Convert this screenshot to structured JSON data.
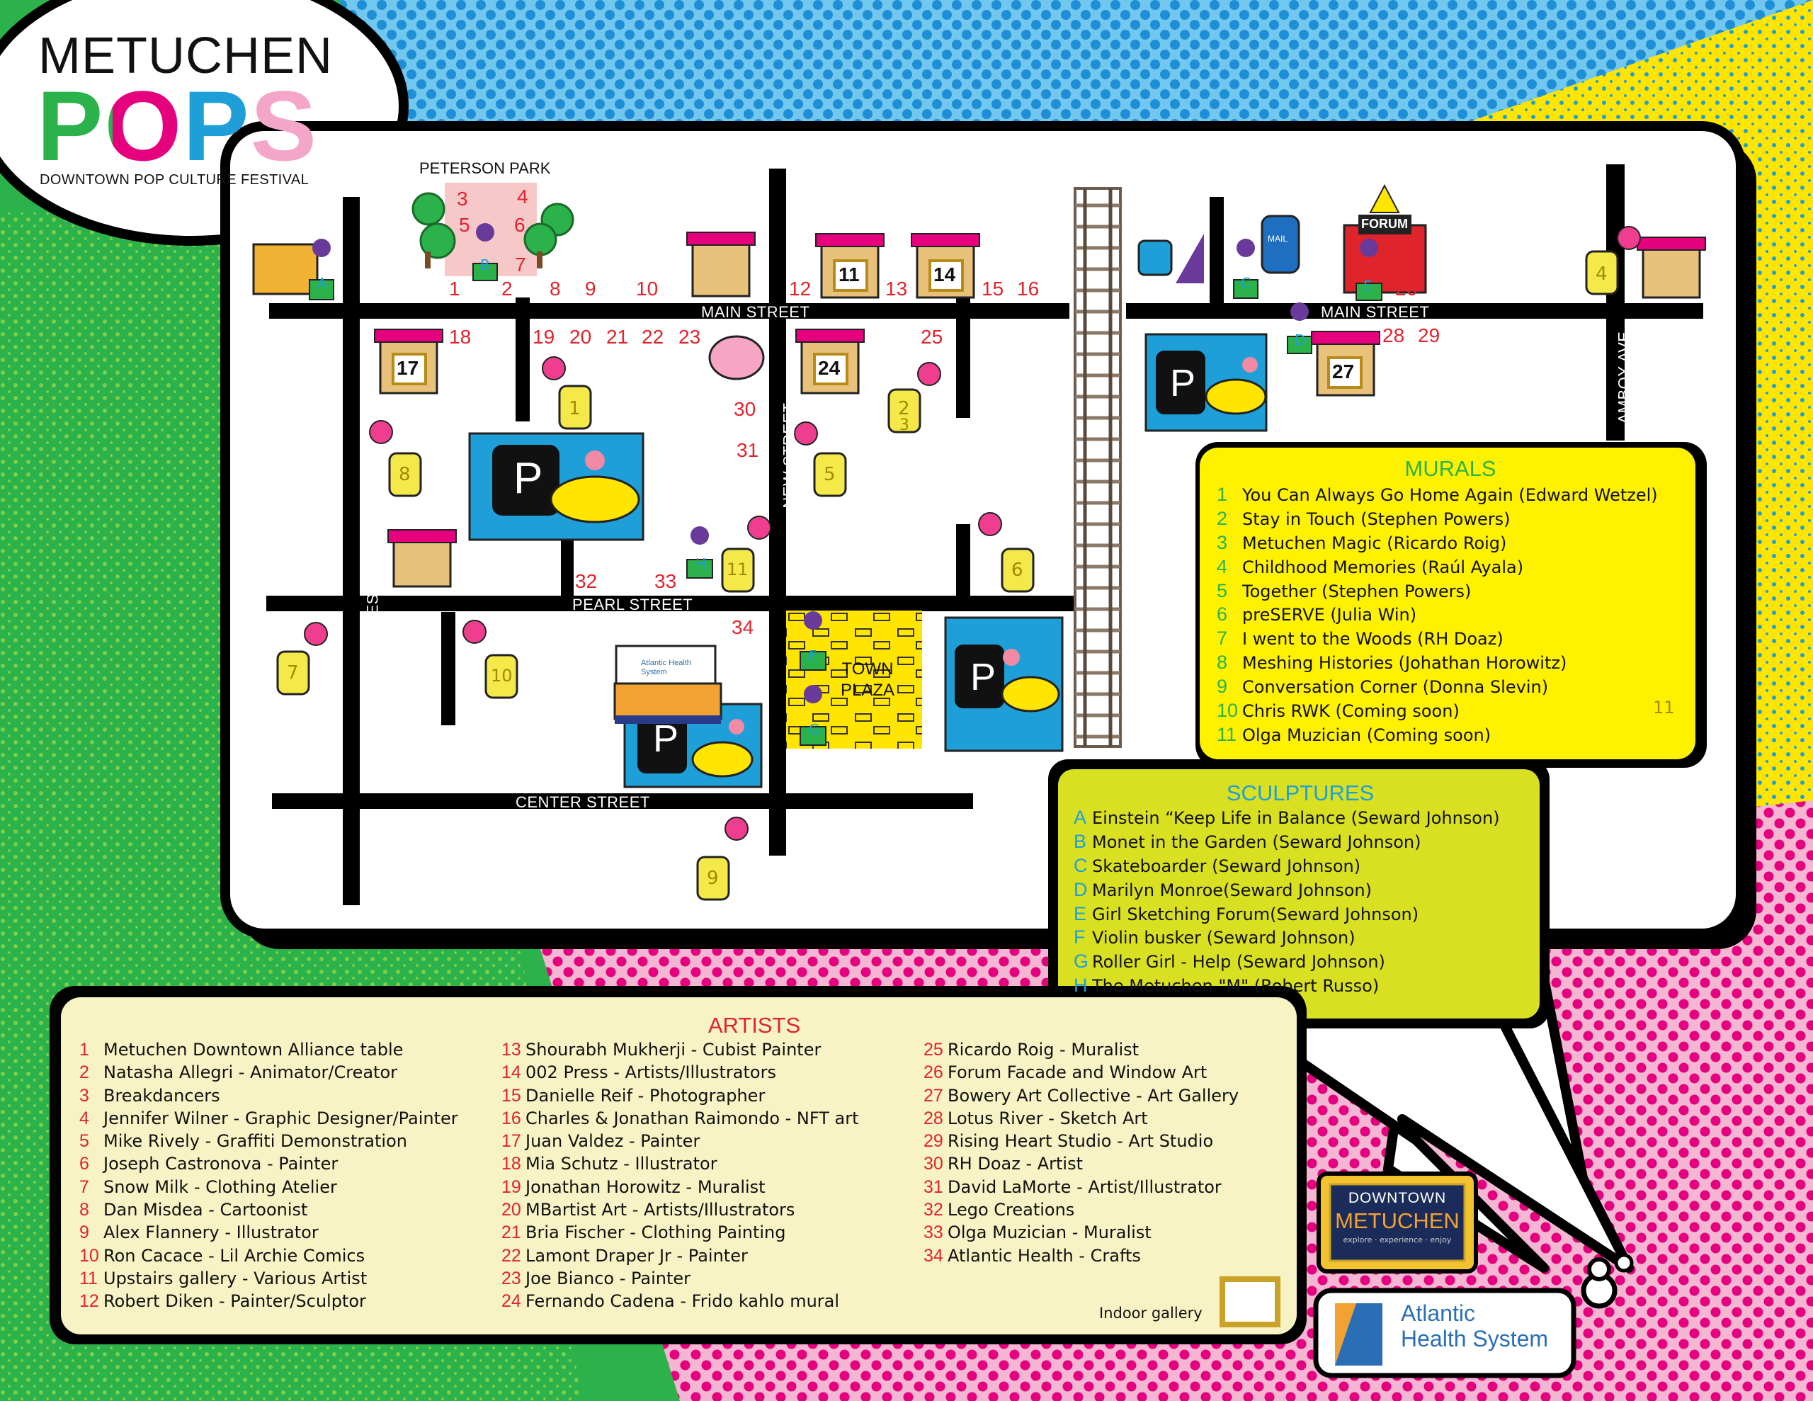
{
  "logo": {
    "title": "METUCHEN",
    "word": "POPS",
    "subtitle": "DOWNTOWN POP CULTURE FESTIVAL"
  },
  "colors": {
    "green": "#2bb24a",
    "blue": "#1e9fd8",
    "pink": "#ef3e8f",
    "magenta": "#e5007e",
    "yellow": "#fff200",
    "lime": "#d8e021",
    "cream": "#f7f3c4",
    "red": "#e0242c"
  },
  "map": {
    "park_label": "PETERSON PARK",
    "streets": {
      "main_west": "MAIN STREET",
      "main_east": "MAIN STREET",
      "pearl": "PEARL STREET",
      "center": "CENTER STREET",
      "middlesex": "MIDDLESEX AVE",
      "new": "NEW STREET",
      "amboy": "AMBOY AVE"
    },
    "plaza": "TOWN PLAZA",
    "forum_sign": "FORUM",
    "mailbox_text": "MAIL",
    "parking_letter": "P",
    "gallery_numbers": [
      "11",
      "14",
      "17",
      "24",
      "27"
    ],
    "can_numbers": [
      "1",
      "2",
      "3",
      "4",
      "5",
      "6",
      "7",
      "8",
      "9",
      "10",
      "11"
    ],
    "artist_markers": [
      "1",
      "2",
      "3",
      "4",
      "5",
      "6",
      "7",
      "8",
      "9",
      "10",
      "12",
      "13",
      "15",
      "16",
      "18",
      "19",
      "20",
      "21",
      "22",
      "23",
      "25",
      "26",
      "28",
      "29",
      "30",
      "31",
      "32",
      "33",
      "34"
    ],
    "sculpture_letters": [
      "A",
      "B",
      "C",
      "D",
      "E",
      "F",
      "G",
      "H"
    ],
    "atlantic_sign_text": "Atlantic Health System"
  },
  "murals": {
    "title": "MURALS",
    "items": [
      {
        "k": "1",
        "t": "You Can Always Go Home Again (Edward Wetzel)"
      },
      {
        "k": "2",
        "t": "Stay in Touch (Stephen Powers)"
      },
      {
        "k": "3",
        "t": "Metuchen Magic (Ricardo Roig)"
      },
      {
        "k": "4",
        "t": "Childhood Memories (Raúl Ayala)"
      },
      {
        "k": "5",
        "t": "Together (Stephen Powers)"
      },
      {
        "k": "6",
        "t": "preSERVE (Julia Win)"
      },
      {
        "k": "7",
        "t": "I went to the Woods (RH Doaz)"
      },
      {
        "k": "8",
        "t": "Meshing Histories (Johathan Horowitz)"
      },
      {
        "k": "9",
        "t": "Conversation Corner (Donna Slevin)"
      },
      {
        "k": "10",
        "t": "Chris RWK (Coming soon)"
      },
      {
        "k": "11",
        "t": "Olga Muzician (Coming soon)"
      }
    ]
  },
  "sculptures": {
    "title": "SCULPTURES",
    "items": [
      {
        "k": "A",
        "t": "Einstein “Keep Life in Balance (Seward Johnson)"
      },
      {
        "k": "B",
        "t": "Monet in the Garden (Seward Johnson)"
      },
      {
        "k": "C",
        "t": "Skateboarder (Seward Johnson)"
      },
      {
        "k": "D",
        "t": "Marilyn Monroe(Seward Johnson)"
      },
      {
        "k": "E",
        "t": "Girl Sketching Forum(Seward Johnson)"
      },
      {
        "k": "F",
        "t": "Violin busker (Seward Johnson)"
      },
      {
        "k": "G",
        "t": "Roller Girl - Help (Seward Johnson)"
      },
      {
        "k": "H",
        "t": "The Metuchen \"M\" (Robert Russo)"
      }
    ]
  },
  "artists": {
    "title": "ARTISTS",
    "col1": [
      {
        "k": "1",
        "t": "Metuchen Downtown Alliance table"
      },
      {
        "k": "2",
        "t": "Natasha Allegri - Animator/Creator"
      },
      {
        "k": "3",
        "t": "Breakdancers"
      },
      {
        "k": "4",
        "t": "Jennifer Wilner - Graphic Designer/Painter"
      },
      {
        "k": "5",
        "t": "Mike Rively - Graffiti Demonstration"
      },
      {
        "k": "6",
        "t": "Joseph Castronova - Painter"
      },
      {
        "k": "7",
        "t": "Snow Milk - Clothing Atelier"
      },
      {
        "k": "8",
        "t": "Dan Misdea - Cartoonist"
      },
      {
        "k": "9",
        "t": "Alex Flannery - Illustrator"
      },
      {
        "k": "10",
        "t": "Ron Cacace - Lil Archie Comics"
      },
      {
        "k": "11",
        "t": "Upstairs gallery - Various Artist"
      },
      {
        "k": "12",
        "t": "Robert Diken - Painter/Sculptor"
      }
    ],
    "col2": [
      {
        "k": "13",
        "t": "Shourabh Mukherji - Cubist Painter"
      },
      {
        "k": "14",
        "t": "002 Press - Artists/Illustrators"
      },
      {
        "k": "15",
        "t": "Danielle Reif - Photographer"
      },
      {
        "k": "16",
        "t": "Charles & Jonathan Raimondo - NFT art"
      },
      {
        "k": "17",
        "t": "Juan Valdez - Painter"
      },
      {
        "k": "18",
        "t": "Mia Schutz - Illustrator"
      },
      {
        "k": "19",
        "t": "Jonathan Horowitz - Muralist"
      },
      {
        "k": "20",
        "t": "MBartist Art - Artists/Illustrators"
      },
      {
        "k": "21",
        "t": "Bria Fischer - Clothing Painting"
      },
      {
        "k": "22",
        "t": "Lamont Draper Jr - Painter"
      },
      {
        "k": "23",
        "t": "Joe Bianco - Painter"
      },
      {
        "k": "24",
        "t": "Fernando Cadena - Frido kahlo mural"
      }
    ],
    "col3": [
      {
        "k": "25",
        "t": "Ricardo Roig - Muralist"
      },
      {
        "k": "26",
        "t": "Forum Facade and Window Art"
      },
      {
        "k": "27",
        "t": "Bowery Art Collective - Art Gallery"
      },
      {
        "k": "28",
        "t": "Lotus River - Sketch Art"
      },
      {
        "k": "29",
        "t": "Rising Heart Studio - Art Studio"
      },
      {
        "k": "30",
        "t": "RH Doaz - Artist"
      },
      {
        "k": "31",
        "t": "David LaMorte -  Artist/Illustrator"
      },
      {
        "k": "32",
        "t": "Lego Creations"
      },
      {
        "k": "33",
        "t": "Olga Muzician - Muralist"
      },
      {
        "k": "34",
        "t": "Atlantic Health - Crafts"
      }
    ],
    "indoor_label": "Indoor gallery"
  },
  "sponsors": {
    "downtown_top": "DOWNTOWN",
    "downtown_main": "METUCHEN",
    "downtown_tag": "explore · experience · enjoy",
    "atlantic_line1": "Atlantic",
    "atlantic_line2": "Health System"
  }
}
